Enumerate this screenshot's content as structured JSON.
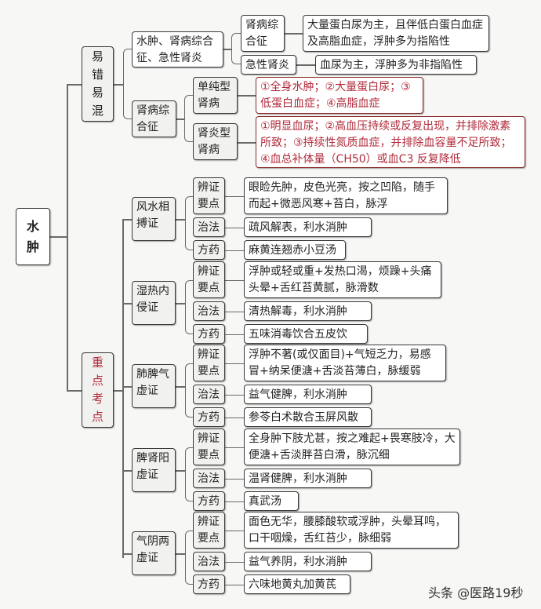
{
  "root": {
    "label": "水肿",
    "chars": [
      "水",
      "肿"
    ]
  },
  "branches": {
    "confusing": {
      "label": "易错易混",
      "chars": [
        "易",
        "错",
        "易",
        "混"
      ]
    },
    "key_points": {
      "label": "重点考点",
      "chars": [
        "重",
        "点",
        "考",
        "点"
      ],
      "color": "#b02a3a"
    }
  },
  "confusing": {
    "compare": {
      "label": "水肿、肾病综合征、急性肾炎",
      "items": [
        {
          "name": "肾病综合征",
          "desc": "大量蛋白尿为主，且伴低白蛋白血症及高脂血症，浮肿多为指陷性"
        },
        {
          "name": "急性肾炎",
          "desc": "血尿为主，浮肿多为非指陷性"
        }
      ]
    },
    "nephrotic": {
      "label": "肾病综合征",
      "items": [
        {
          "name": "单纯型肾病",
          "desc": "①全身水肿；②大量蛋白尿；③低蛋白血症；④高脂血症"
        },
        {
          "name": "肾炎型肾病",
          "desc": "①明显血尿；②高血压持续或反复出现，并排除激素所致；③持续性氮质血症，并排除血容量不足所致；④血总补体量（CH50）或血C3 反复降低"
        }
      ]
    }
  },
  "row_labels": {
    "key": "辨证要点",
    "treat": "治法",
    "rx": "方药"
  },
  "syndromes": [
    {
      "name": "风水相搏证",
      "key": "眼睑先肿，皮色光亮，按之凹陷，随手而起+微恶风寒+苔白，脉浮",
      "treat": "疏风解表，利水消肿",
      "rx": "麻黄连翘赤小豆汤"
    },
    {
      "name": "湿热内侵证",
      "key": "浮肿或轻或重+发热口渴，烦躁+头痛头晕+舌红苔黄腻，脉滑数",
      "treat": "清热解毒，利水消肿",
      "rx": "五味消毒饮合五皮饮"
    },
    {
      "name": "肺脾气虚证",
      "key": "浮肿不著(或仅面目)+气短乏力，易感冒+纳呆便溏+舌淡苔薄白，脉缓弱",
      "treat": "益气健脾，利水消肿",
      "rx": "参苓白术散合玉屏风散"
    },
    {
      "name": "脾肾阳虚证",
      "key": "全身肿下肢尤甚，按之难起+畏寒肢冷，大便溏+舌淡胖苔白滑，脉沉细",
      "treat": "温肾健脾，利水消肿",
      "rx": "真武汤"
    },
    {
      "name": "气阴两虚证",
      "key": "面色无华，腰膝酸软或浮肿，头晕耳鸣，口干咽燥，舌红苔少，脉细弱",
      "treat": "益气养阴，利水消肿",
      "rx": "六味地黄丸加黄芪"
    }
  ],
  "watermark": "头条 @医路19秒"
}
